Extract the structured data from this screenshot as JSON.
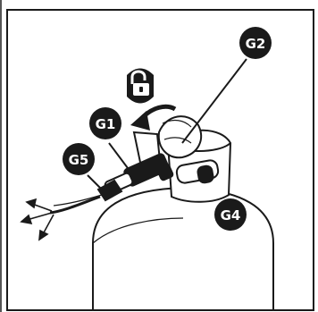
{
  "callouts": {
    "g1": "G1",
    "g2": "G2",
    "g4": "G4",
    "g5": "G5"
  },
  "icons": {
    "lock": "unlock-icon",
    "arrow": "rotate-arrow-icon"
  },
  "colors": {
    "ink": "#1a1a1a",
    "badge": "#1a1a1a",
    "paper": "#ffffff"
  }
}
